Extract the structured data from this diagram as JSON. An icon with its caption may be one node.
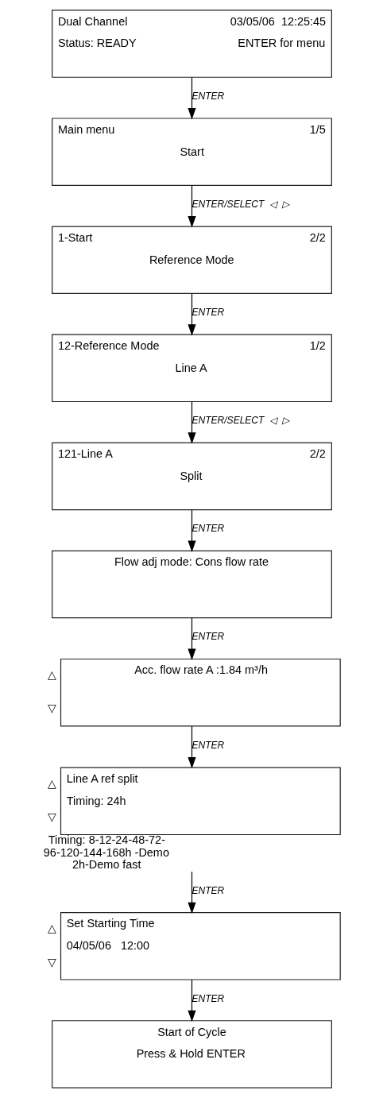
{
  "diagram": {
    "nodes": [
      {
        "text": [
          "Dual Channel",
          "03/05/06  12:25:45",
          "Status: READY",
          "ENTER for menu"
        ]
      },
      {
        "text": [
          "Main menu",
          "1/5",
          "Start"
        ]
      },
      {
        "text": [
          "1-Start",
          "2/2",
          "Reference Mode"
        ]
      },
      {
        "text": [
          "12-Reference Mode",
          "1/2",
          "Line A"
        ]
      },
      {
        "text": [
          "121-Line A",
          "2/2",
          "Split"
        ]
      },
      {
        "text": [
          "Flow adj mode: Cons flow rate"
        ]
      },
      {
        "text": [
          "Acc. flow rate A :1.84 m³/h"
        ],
        "beside": [
          "△",
          "▽"
        ]
      },
      {
        "text": [
          "Line A ref split",
          "Timing: 24h"
        ],
        "beside": [
          "△",
          "▽",
          "Timing: 8-12-24-48-72- 96-120-144-168h -Demo 2h-Demo fast"
        ]
      },
      {
        "text": [
          "Set Starting Time",
          "04/05/06   12:00"
        ],
        "beside": [
          "△",
          "▽"
        ]
      },
      {
        "text": [
          "Start of Cycle",
          "Press & Hold ENTER"
        ]
      }
    ],
    "edges": [
      {
        "from": 0,
        "to": 1,
        "arrow": "to",
        "label": "ENTER"
      },
      {
        "from": 1,
        "to": 2,
        "arrow": "to",
        "label": "ENTER/SELECT  ◁  ▷"
      },
      {
        "from": 2,
        "to": 3,
        "arrow": "to",
        "label": "ENTER"
      },
      {
        "from": 3,
        "to": 4,
        "arrow": "to",
        "label": "ENTER/SELECT  ◁  ▷"
      },
      {
        "from": 4,
        "to": 5,
        "arrow": "to",
        "label": "ENTER"
      },
      {
        "from": 5,
        "to": 6,
        "arrow": "to",
        "label": "ENTER"
      },
      {
        "from": 6,
        "to": 7,
        "arrow": "to",
        "label": "ENTER"
      },
      {
        "from": 7,
        "to": 8,
        "arrow": "to",
        "label": "ENTER"
      },
      {
        "from": 8,
        "to": 9,
        "arrow": "to",
        "label": "ENTER"
      }
    ]
  }
}
